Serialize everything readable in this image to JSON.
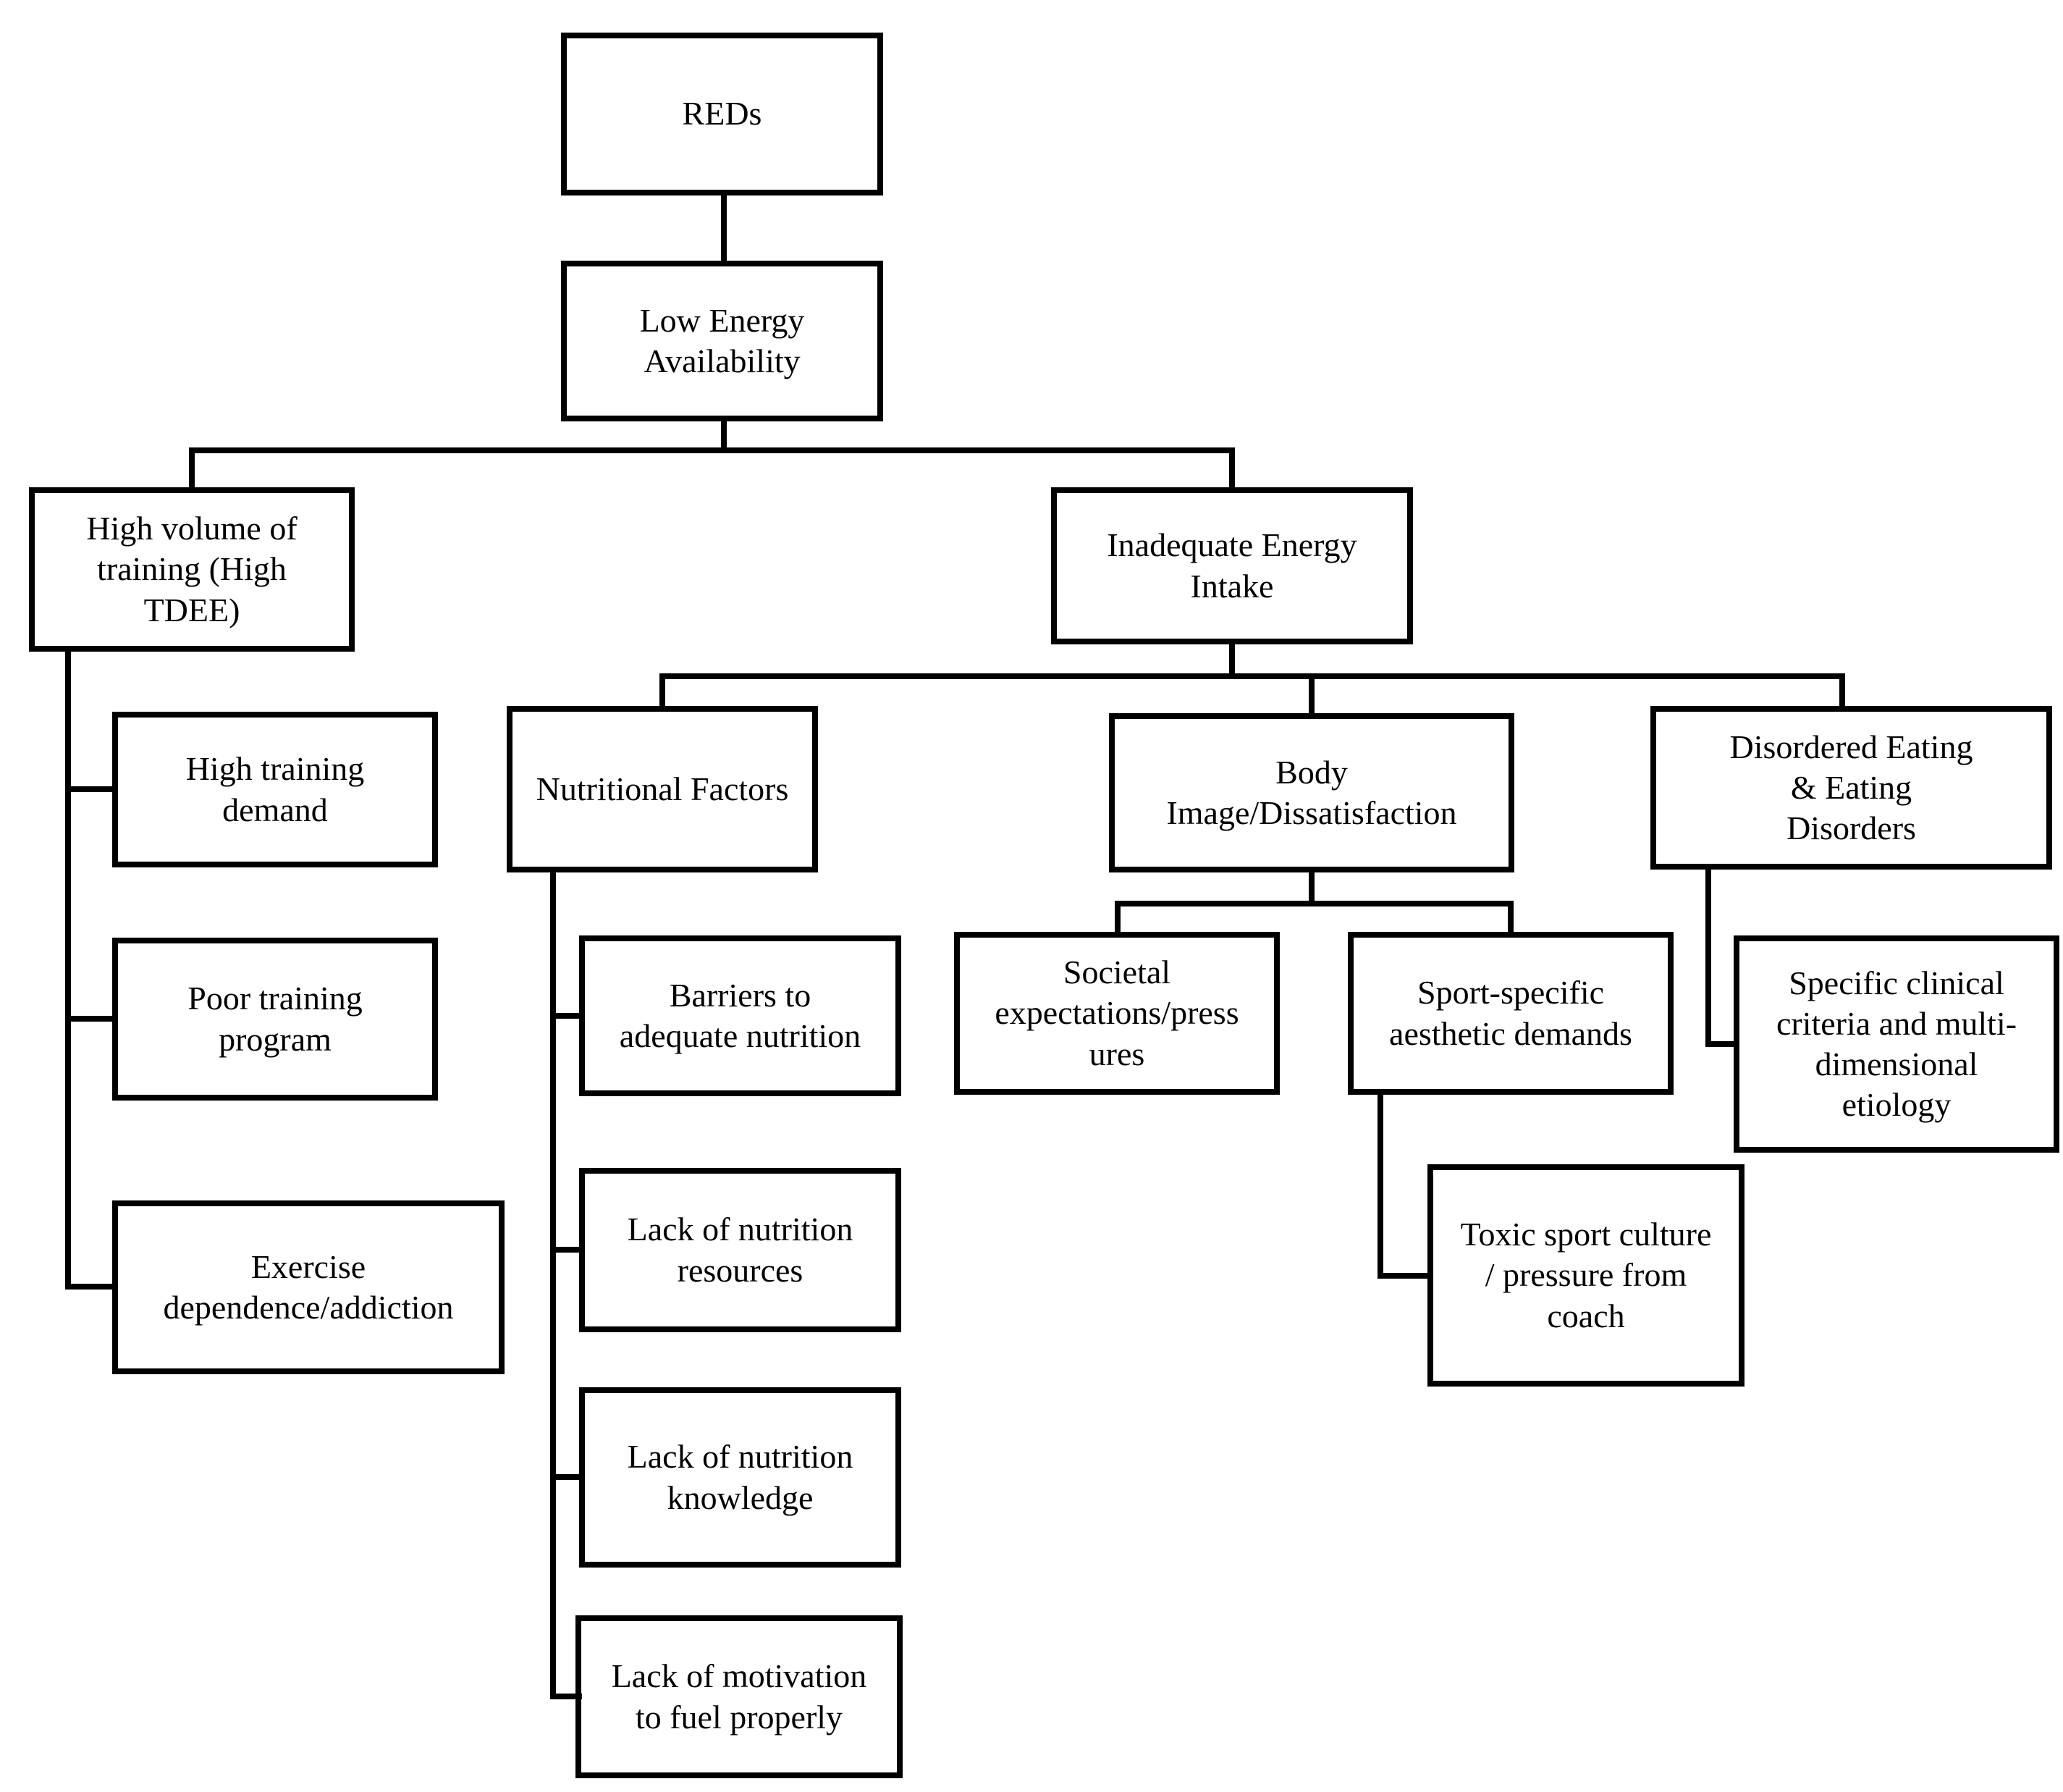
{
  "diagram": {
    "title": "REDs contributing factors flowchart",
    "background_color": "#ffffff",
    "line_color": "#000000",
    "box_border_color": "#000000",
    "text_color": "#000000",
    "nodes": {
      "reds": {
        "label": "REDs"
      },
      "low_energy_availability": {
        "label": "Low Energy\nAvailability"
      },
      "high_volume_training": {
        "label": "High volume of\ntraining (High\nTDEE)"
      },
      "inadequate_energy_intake": {
        "label": "Inadequate Energy\nIntake"
      },
      "high_training_demand": {
        "label": "High training\ndemand"
      },
      "nutritional_factors": {
        "label": "Nutritional Factors"
      },
      "body_image": {
        "label": "Body\nImage/Dissatisfaction"
      },
      "disordered_eating": {
        "label": "Disordered Eating\n& Eating\nDisorders"
      },
      "poor_training_program": {
        "label": "Poor training\nprogram"
      },
      "barriers_adequate_nutrition": {
        "label": "Barriers to\nadequate nutrition"
      },
      "societal_expectations": {
        "label": "Societal\nexpectations/press\nures"
      },
      "sport_specific_aesthetic_demands": {
        "label": "Sport-specific\naesthetic demands"
      },
      "specific_clinical_criteria": {
        "label": "Specific clinical\ncriteria and multi-\ndimensional\netiology"
      },
      "exercise_dependence": {
        "label": "Exercise\ndependence/addiction"
      },
      "lack_nutrition_resources": {
        "label": "Lack of nutrition\nresources"
      },
      "toxic_sport_culture": {
        "label": "Toxic sport culture\n/ pressure from\ncoach"
      },
      "lack_nutrition_knowledge": {
        "label": "Lack of nutrition\nknowledge"
      },
      "lack_motivation_fuel": {
        "label": "Lack of motivation\nto fuel properly"
      }
    },
    "edges": [
      {
        "from": "reds",
        "to": "low_energy_availability"
      },
      {
        "from": "low_energy_availability",
        "to": "high_volume_training"
      },
      {
        "from": "low_energy_availability",
        "to": "inadequate_energy_intake"
      },
      {
        "from": "high_volume_training",
        "to": "high_training_demand"
      },
      {
        "from": "high_volume_training",
        "to": "poor_training_program"
      },
      {
        "from": "high_volume_training",
        "to": "exercise_dependence"
      },
      {
        "from": "inadequate_energy_intake",
        "to": "nutritional_factors"
      },
      {
        "from": "inadequate_energy_intake",
        "to": "body_image"
      },
      {
        "from": "inadequate_energy_intake",
        "to": "disordered_eating"
      },
      {
        "from": "nutritional_factors",
        "to": "barriers_adequate_nutrition"
      },
      {
        "from": "nutritional_factors",
        "to": "lack_nutrition_resources"
      },
      {
        "from": "nutritional_factors",
        "to": "lack_nutrition_knowledge"
      },
      {
        "from": "nutritional_factors",
        "to": "lack_motivation_fuel"
      },
      {
        "from": "body_image",
        "to": "societal_expectations"
      },
      {
        "from": "body_image",
        "to": "sport_specific_aesthetic_demands"
      },
      {
        "from": "sport_specific_aesthetic_demands",
        "to": "toxic_sport_culture"
      },
      {
        "from": "disordered_eating",
        "to": "specific_clinical_criteria"
      }
    ]
  }
}
